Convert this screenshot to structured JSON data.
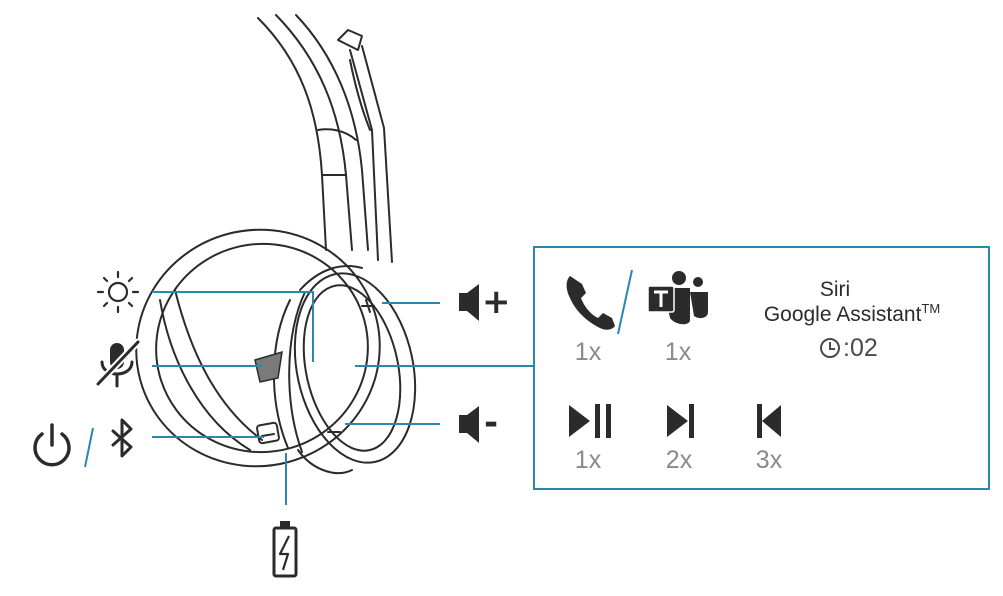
{
  "colors": {
    "callout_line": "#2a88ad",
    "icon": "#2b2b2b",
    "muted_text": "#8a8a8a",
    "panel_border": "#2a88ad"
  },
  "left_controls": [
    {
      "icon": "brightness-icon"
    },
    {
      "icon": "mute-microphone-icon"
    },
    {
      "icon": "power-icon",
      "secondary_icon": "bluetooth-icon"
    }
  ],
  "bottom_control": {
    "icon": "battery-charging-icon"
  },
  "right_controls": {
    "volume_up": {
      "icon": "speaker-icon",
      "sign": "+"
    },
    "volume_down": {
      "icon": "speaker-icon",
      "sign": "-"
    }
  },
  "function_panel": {
    "call": {
      "icon": "phone-icon",
      "count": "1x"
    },
    "teams": {
      "icon": "teams-icon",
      "count": "1x"
    },
    "assistant": {
      "line1": "Siri",
      "line2": "Google Assistant",
      "trademark": "TM",
      "timer": ":02",
      "timer_icon": "clock-icon"
    },
    "play_pause": {
      "icon": "play-pause-icon",
      "count": "1x"
    },
    "next_track": {
      "icon": "next-track-icon",
      "count": "2x"
    },
    "previous_track": {
      "icon": "previous-track-icon",
      "count": "3x"
    }
  }
}
